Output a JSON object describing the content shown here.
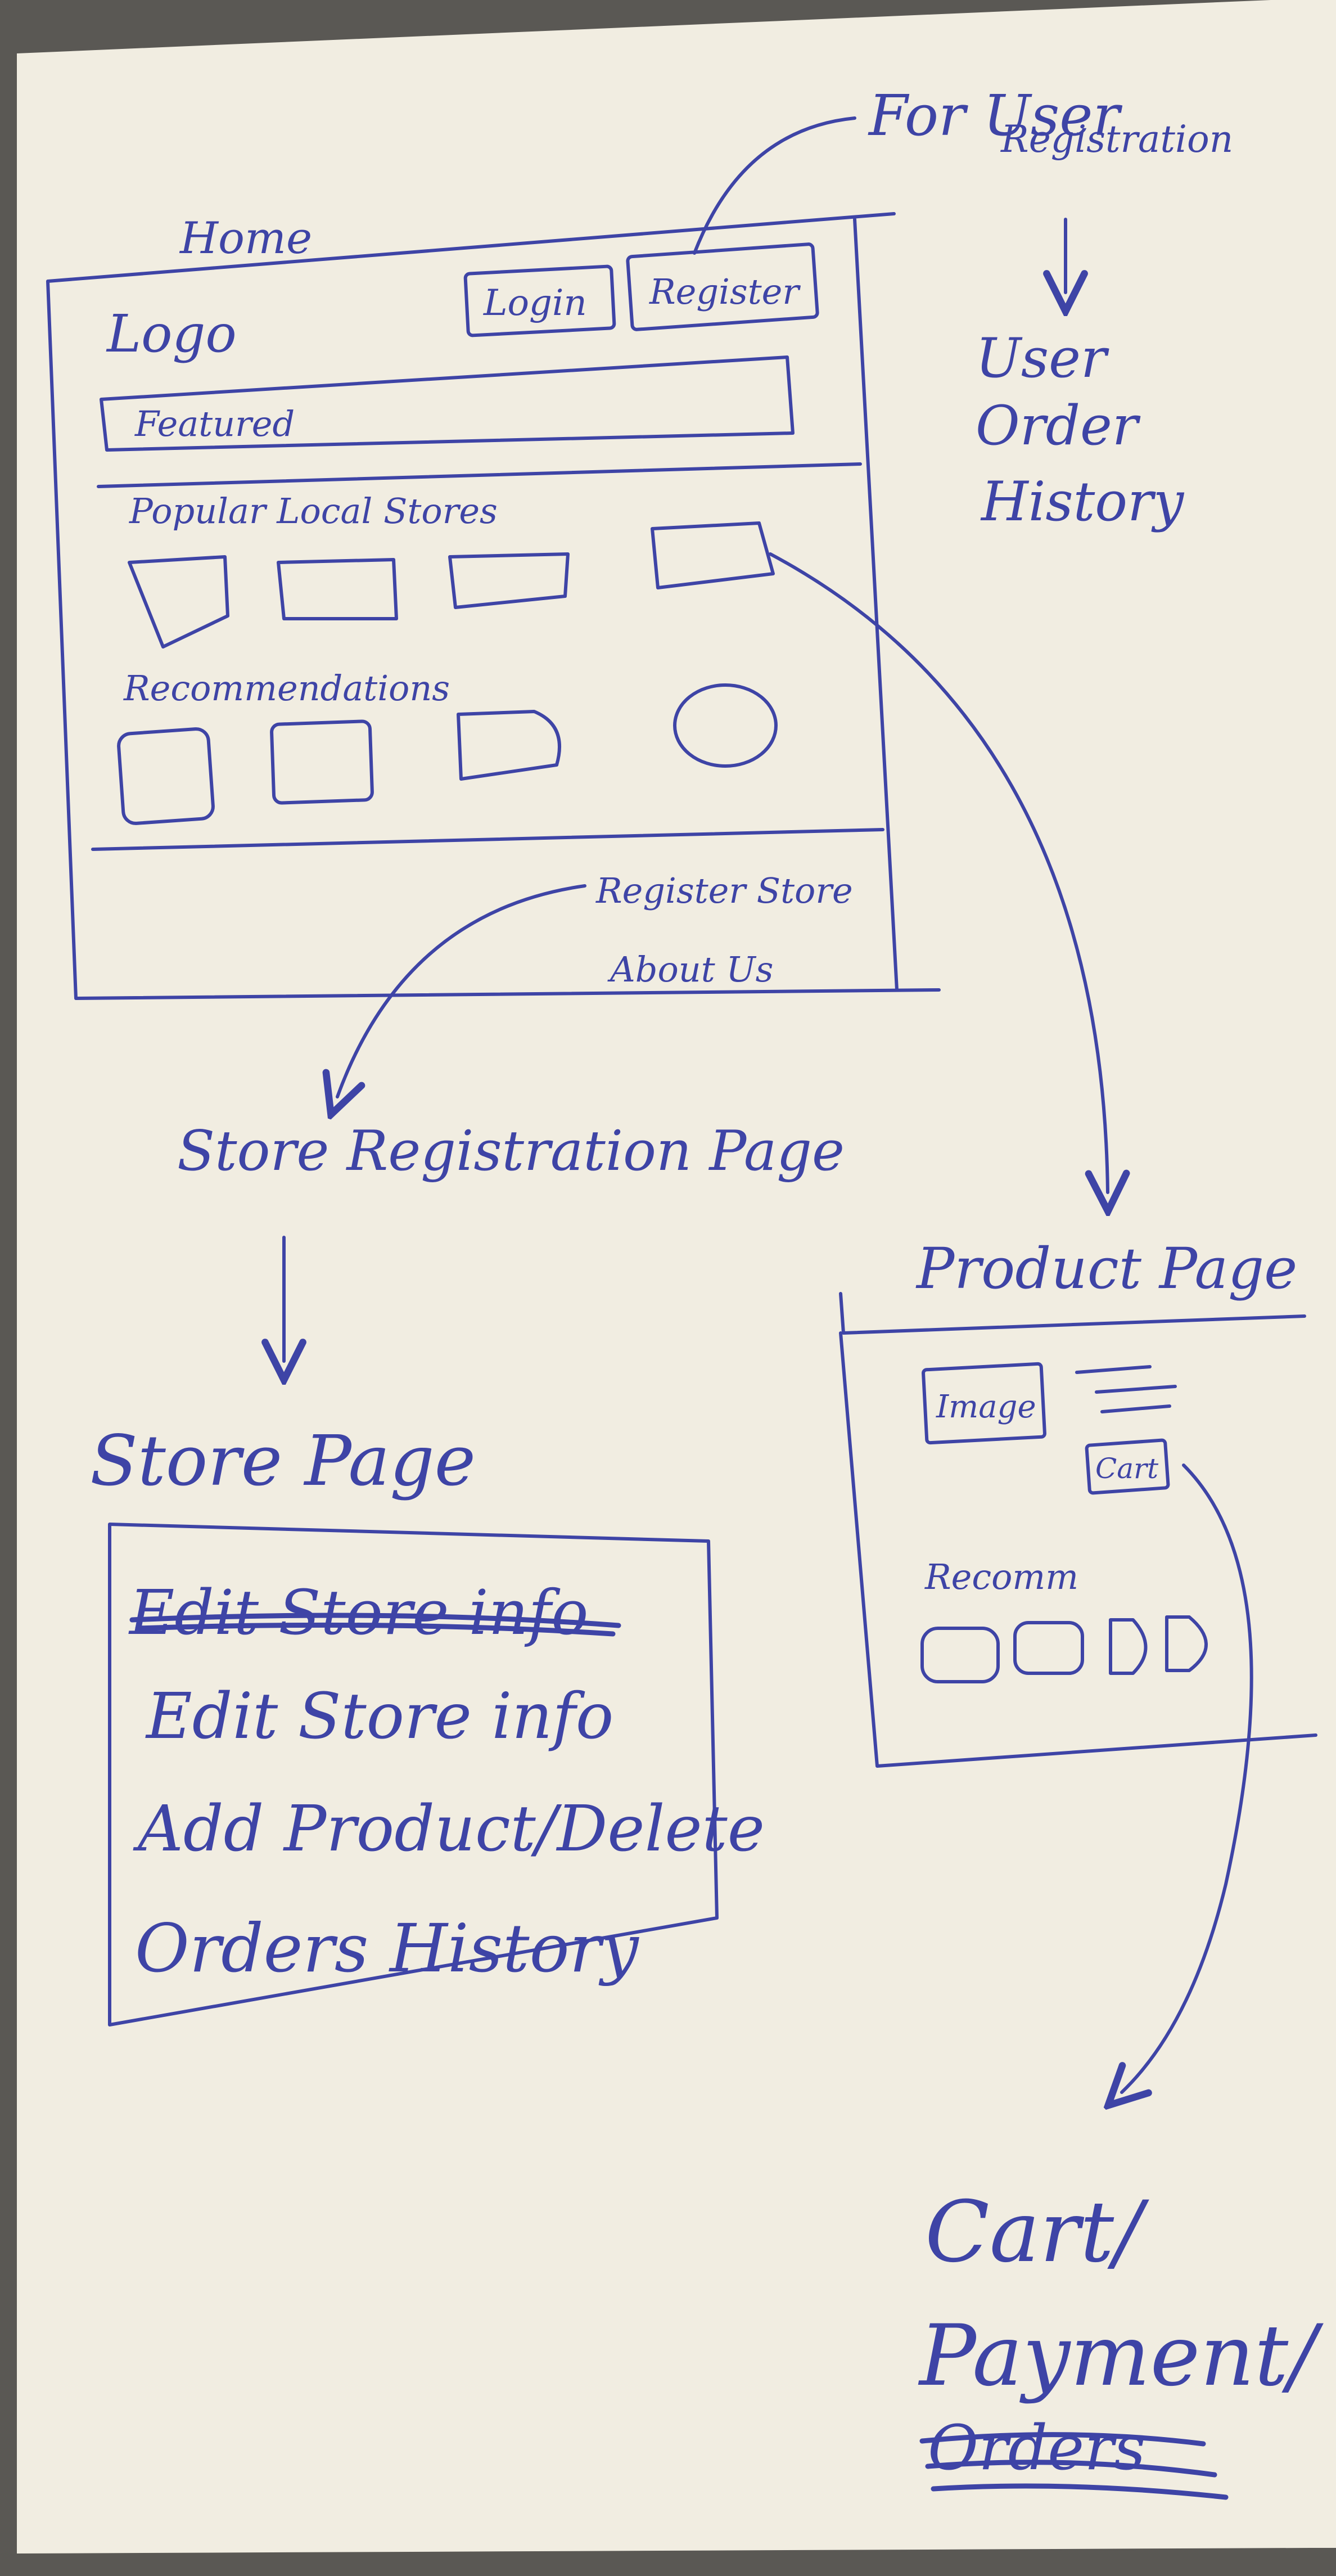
{
  "colors": {
    "ink": "#3e44a6",
    "paper": "#f1ede1",
    "background": "#5a5854"
  },
  "home": {
    "title": "Home",
    "logo": "Logo",
    "login_button": "Login",
    "register_button": "Register",
    "featured": "Featured",
    "popular_stores_label": "Popular Local Stores",
    "recommendations_label": "Recommendations",
    "footer_links": [
      "Register Store",
      "About Us"
    ]
  },
  "user_flow": {
    "note": [
      "For User",
      "Registration"
    ],
    "result": [
      "User",
      "Order",
      "History"
    ]
  },
  "store_flow": {
    "registration_page": "Store Registration Page",
    "store_page_title": "Store Page",
    "struck_item": "Edit Store info",
    "items": [
      "Edit Store info",
      "Add Product/Delete",
      "Orders History"
    ]
  },
  "product_page": {
    "title": "Product Page",
    "image_label": "Image",
    "cart_button": "Cart",
    "recommendations_label": "Recomm"
  },
  "checkout": {
    "lines": [
      "Cart/",
      "Payment/"
    ],
    "struck_item": "Orders"
  }
}
